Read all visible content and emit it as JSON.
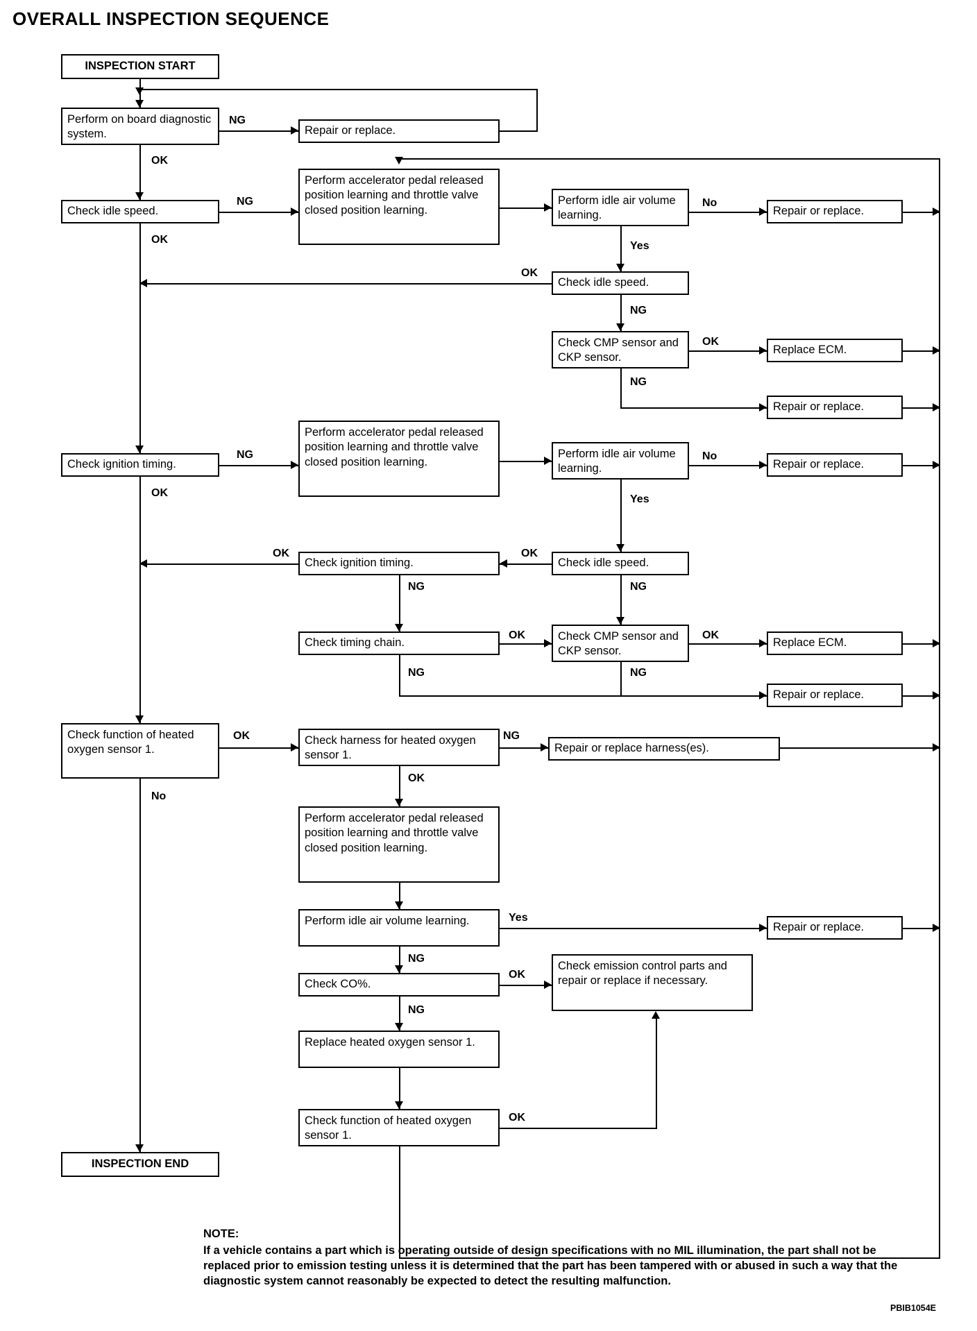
{
  "page": {
    "title": "OVERALL INSPECTION SEQUENCE",
    "figure_code": "PBIB1054E"
  },
  "note": {
    "heading": "NOTE:",
    "body": "If a vehicle contains a part which is operating outside of design specifications with no MIL illumination, the part shall not be replaced prior to emission testing unless it is determined that the part has been tampered with or abused in such a way that the diagnostic system cannot reasonably be expected to detect the resulting malfunction."
  },
  "chart_data": {
    "type": "flowchart",
    "title": "OVERALL INSPECTION SEQUENCE",
    "nodes": [
      {
        "id": "start",
        "label": "INSPECTION START"
      },
      {
        "id": "obd",
        "label": "Perform on board diagnostic system."
      },
      {
        "id": "repair1",
        "label": "Repair or replace."
      },
      {
        "id": "idle1",
        "label": "Check idle speed."
      },
      {
        "id": "learn1",
        "label": "Perform accelerator pedal released position learning and throttle valve closed position learning."
      },
      {
        "id": "iavl1",
        "label": "Perform idle air volume learning."
      },
      {
        "id": "repair2",
        "label": "Repair or replace."
      },
      {
        "id": "idle2",
        "label": "Check idle speed."
      },
      {
        "id": "cmp1",
        "label": "Check CMP sensor and CKP sensor."
      },
      {
        "id": "ecm1",
        "label": "Replace ECM."
      },
      {
        "id": "repair3",
        "label": "Repair or replace."
      },
      {
        "id": "ign1",
        "label": "Check ignition timing."
      },
      {
        "id": "learn2",
        "label": "Perform accelerator pedal released position learning and throttle valve closed position learning."
      },
      {
        "id": "iavl2",
        "label": "Perform idle air volume learning."
      },
      {
        "id": "repair4",
        "label": "Repair or replace."
      },
      {
        "id": "idle3",
        "label": "Check idle speed."
      },
      {
        "id": "ign2",
        "label": "Check ignition timing."
      },
      {
        "id": "chain",
        "label": "Check timing chain."
      },
      {
        "id": "cmp2",
        "label": "Check CMP sensor and CKP sensor."
      },
      {
        "id": "ecm2",
        "label": "Replace ECM."
      },
      {
        "id": "repair5",
        "label": "Repair or replace."
      },
      {
        "id": "ho2fn1",
        "label": "Check function of heated oxygen sensor 1."
      },
      {
        "id": "harness",
        "label": "Check harness for heated oxygen sensor 1."
      },
      {
        "id": "repairharn",
        "label": "Repair or replace harness(es)."
      },
      {
        "id": "learn3",
        "label": "Perform accelerator pedal released position learning and throttle valve closed position learning."
      },
      {
        "id": "iavl3",
        "label": "Perform idle air volume learning."
      },
      {
        "id": "repair6",
        "label": "Repair or replace."
      },
      {
        "id": "co",
        "label": "Check CO%."
      },
      {
        "id": "emission",
        "label": "Check emission control parts and repair or replace if necessary."
      },
      {
        "id": "replaceho2",
        "label": "Replace heated oxygen sensor 1."
      },
      {
        "id": "ho2fn2",
        "label": "Check function of heated oxygen sensor 1."
      },
      {
        "id": "end",
        "label": "INSPECTION END"
      }
    ],
    "edge_labels": [
      {
        "id": "l1",
        "text": "NG"
      },
      {
        "id": "l2",
        "text": "OK"
      },
      {
        "id": "l3",
        "text": "NG"
      },
      {
        "id": "l4",
        "text": "OK"
      },
      {
        "id": "l5",
        "text": "No"
      },
      {
        "id": "l6",
        "text": "Yes"
      },
      {
        "id": "l7",
        "text": "OK"
      },
      {
        "id": "l8",
        "text": "NG"
      },
      {
        "id": "l9",
        "text": "OK"
      },
      {
        "id": "l10",
        "text": "NG"
      },
      {
        "id": "l11",
        "text": "NG"
      },
      {
        "id": "l12",
        "text": "OK"
      },
      {
        "id": "l13",
        "text": "No"
      },
      {
        "id": "l14",
        "text": "Yes"
      },
      {
        "id": "l15",
        "text": "OK"
      },
      {
        "id": "l16",
        "text": "OK"
      },
      {
        "id": "l17",
        "text": "NG"
      },
      {
        "id": "l18",
        "text": "NG"
      },
      {
        "id": "l19",
        "text": "OK"
      },
      {
        "id": "l20",
        "text": "OK"
      },
      {
        "id": "l21",
        "text": "NG"
      },
      {
        "id": "l22",
        "text": "NG"
      },
      {
        "id": "l23",
        "text": "OK"
      },
      {
        "id": "l24",
        "text": "NG"
      },
      {
        "id": "l25",
        "text": "OK"
      },
      {
        "id": "l26",
        "text": "No"
      },
      {
        "id": "l27",
        "text": "Yes"
      },
      {
        "id": "l28",
        "text": "NG"
      },
      {
        "id": "l29",
        "text": "OK"
      },
      {
        "id": "l30",
        "text": "NG"
      },
      {
        "id": "l31",
        "text": "OK"
      }
    ]
  }
}
